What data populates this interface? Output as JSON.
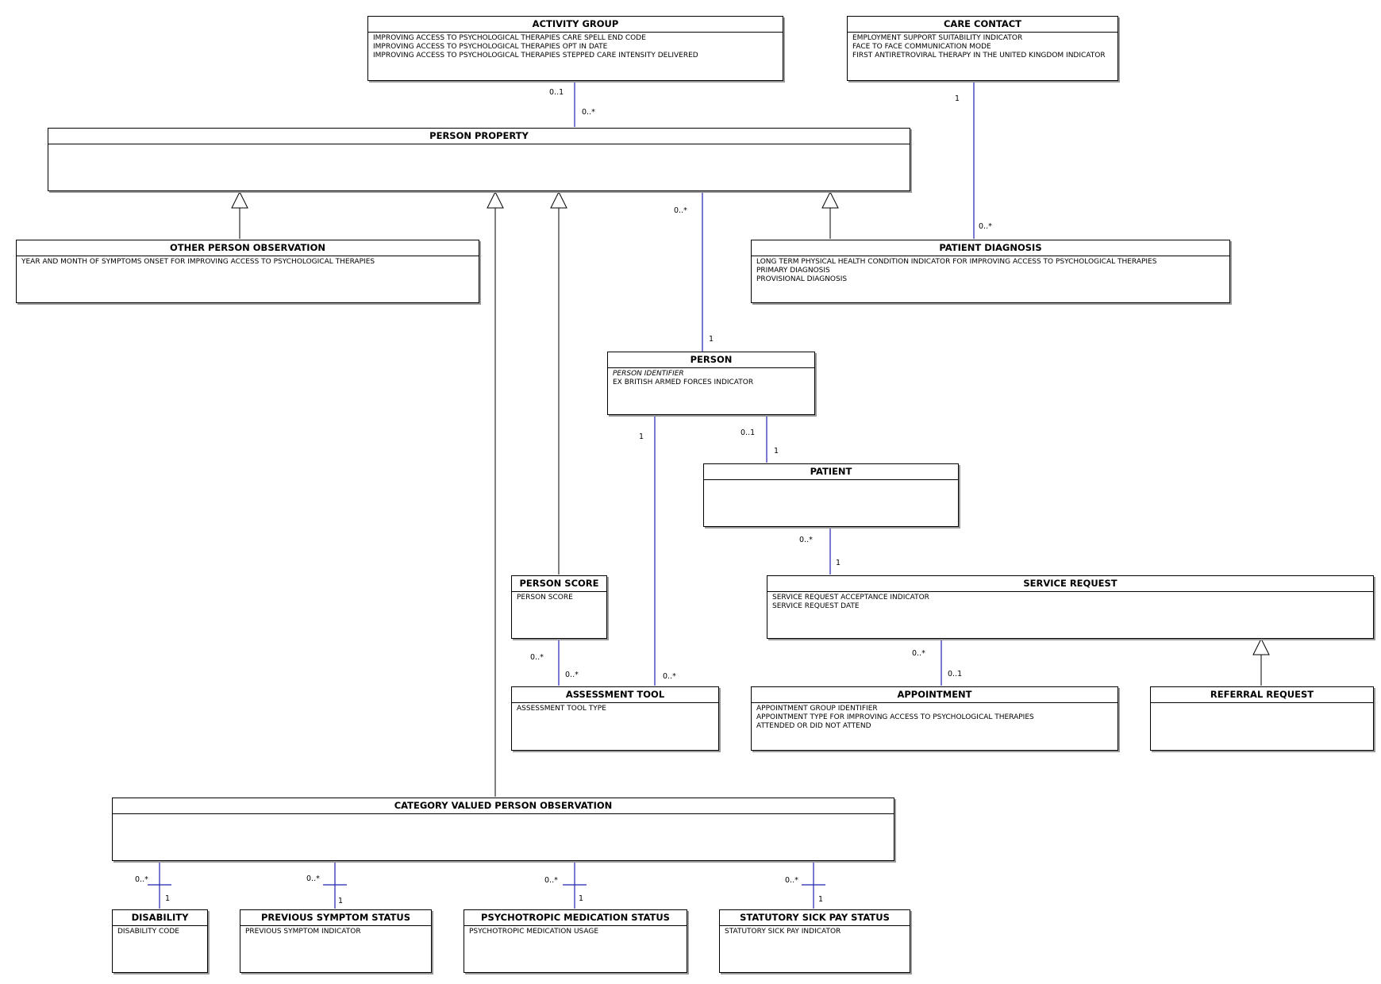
{
  "entities": {
    "activity_group": {
      "title": "ACTIVITY GROUP",
      "attributes": [
        {
          "text": "IMPROVING ACCESS TO PSYCHOLOGICAL THERAPIES CARE SPELL END CODE"
        },
        {
          "text": "IMPROVING ACCESS TO PSYCHOLOGICAL THERAPIES OPT IN DATE"
        },
        {
          "text": "IMPROVING ACCESS TO PSYCHOLOGICAL THERAPIES STEPPED CARE INTENSITY DELIVERED"
        }
      ]
    },
    "care_contact": {
      "title": "CARE CONTACT",
      "attributes": [
        {
          "text": "EMPLOYMENT SUPPORT SUITABILITY INDICATOR"
        },
        {
          "text": "FACE TO FACE COMMUNICATION MODE"
        },
        {
          "text": "FIRST ANTIRETROVIRAL THERAPY IN THE UNITED KINGDOM INDICATOR"
        }
      ]
    },
    "person_property": {
      "title": "PERSON PROPERTY",
      "attributes": []
    },
    "other_person_observation": {
      "title": "OTHER PERSON OBSERVATION",
      "attributes": [
        {
          "text": "YEAR AND MONTH OF SYMPTOMS ONSET FOR IMPROVING ACCESS TO PSYCHOLOGICAL THERAPIES"
        }
      ]
    },
    "patient_diagnosis": {
      "title": "PATIENT DIAGNOSIS",
      "attributes": [
        {
          "text": "LONG TERM PHYSICAL HEALTH CONDITION INDICATOR FOR IMPROVING ACCESS TO PSYCHOLOGICAL THERAPIES"
        },
        {
          "text": "PRIMARY DIAGNOSIS"
        },
        {
          "text": "PROVISIONAL DIAGNOSIS"
        }
      ]
    },
    "person": {
      "title": "PERSON",
      "attributes": [
        {
          "text": "PERSON IDENTIFIER",
          "italic": true
        },
        {
          "text": "EX BRITISH ARMED FORCES INDICATOR"
        }
      ]
    },
    "patient": {
      "title": "PATIENT",
      "attributes": []
    },
    "person_score": {
      "title": "PERSON SCORE",
      "attributes": [
        {
          "text": "PERSON SCORE"
        }
      ]
    },
    "service_request": {
      "title": "SERVICE REQUEST",
      "attributes": [
        {
          "text": "SERVICE REQUEST ACCEPTANCE INDICATOR"
        },
        {
          "text": "SERVICE REQUEST DATE"
        }
      ]
    },
    "assessment_tool": {
      "title": "ASSESSMENT TOOL",
      "attributes": [
        {
          "text": "ASSESSMENT TOOL TYPE"
        }
      ]
    },
    "appointment": {
      "title": "APPOINTMENT",
      "attributes": [
        {
          "text": "APPOINTMENT GROUP IDENTIFIER"
        },
        {
          "text": "APPOINTMENT TYPE FOR IMPROVING ACCESS TO PSYCHOLOGICAL THERAPIES"
        },
        {
          "text": "ATTENDED OR DID NOT ATTEND"
        }
      ]
    },
    "referral_request": {
      "title": "REFERRAL REQUEST",
      "attributes": []
    },
    "category_valued_person_observation": {
      "title": "CATEGORY VALUED PERSON OBSERVATION",
      "attributes": []
    },
    "disability": {
      "title": "DISABILITY",
      "attributes": [
        {
          "text": "DISABILITY CODE"
        }
      ]
    },
    "previous_symptom_status": {
      "title": "PREVIOUS SYMPTOM STATUS",
      "attributes": [
        {
          "text": "PREVIOUS SYMPTOM INDICATOR"
        }
      ]
    },
    "psychotropic_medication_status": {
      "title": "PSYCHOTROPIC MEDICATION STATUS",
      "attributes": [
        {
          "text": "PSYCHOTROPIC MEDICATION USAGE"
        }
      ]
    },
    "statutory_sick_pay_status": {
      "title": "STATUTORY SICK PAY STATUS",
      "attributes": [
        {
          "text": "STATUTORY SICK PAY INDICATOR"
        }
      ]
    }
  },
  "multiplicities": {
    "activity_group_end": "0..1",
    "person_property_from_activity": "0..*",
    "care_contact_end": "1",
    "patient_diagnosis_from_care": "0..*",
    "person_property_to_person": "0..*",
    "person_from_property": "1",
    "person_to_assessment": "1",
    "person_to_patient": "0..1",
    "patient_from_person": "1",
    "patient_to_service": "0..*",
    "service_from_patient": "1",
    "person_score_to_tool": "0..*",
    "tool_from_score": "0..*",
    "tool_from_person": "0..*",
    "service_to_appointment": "0..*",
    "appointment_from_service": "0..1",
    "cvpo_to_disability": "0..*",
    "disability_end": "1",
    "cvpo_to_previous": "0..*",
    "previous_end": "1",
    "cvpo_to_psychotropic": "0..*",
    "psychotropic_end": "1",
    "cvpo_to_sick_pay": "0..*",
    "sick_pay_end": "1"
  }
}
